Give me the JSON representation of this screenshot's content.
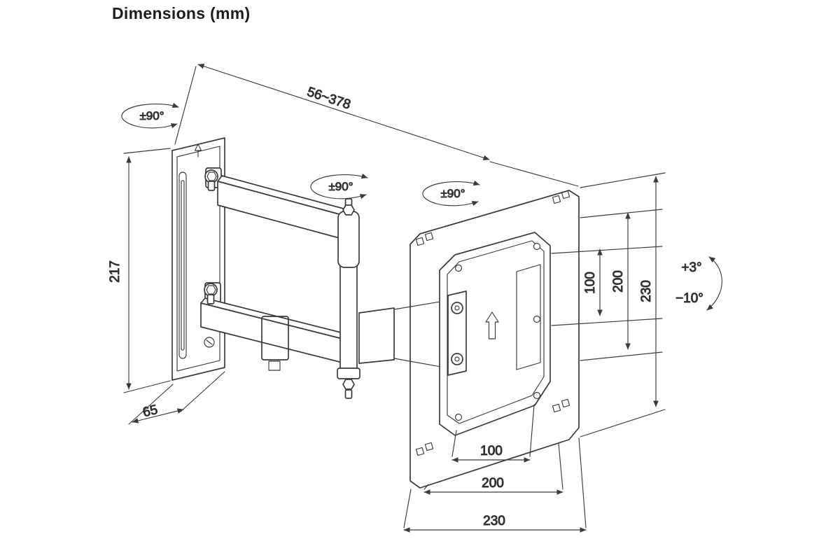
{
  "title": "Dimensions (mm)",
  "dimensions": {
    "arm_extension": "56~378",
    "swivel_wall": "±90°",
    "swivel_elbow": "±90°",
    "swivel_plate": "±90°",
    "wall_plate_height": "217",
    "wall_plate_width": "65",
    "vesa_vertical_100": "100",
    "vesa_vertical_200": "200",
    "plate_height": "230",
    "tilt_up": "+3°",
    "tilt_down": "−10°",
    "vesa_horizontal_100": "100",
    "vesa_horizontal_200": "200",
    "plate_width": "230"
  },
  "colors": {
    "line": "#3a3a3a",
    "text": "#222222",
    "background": "#ffffff"
  }
}
